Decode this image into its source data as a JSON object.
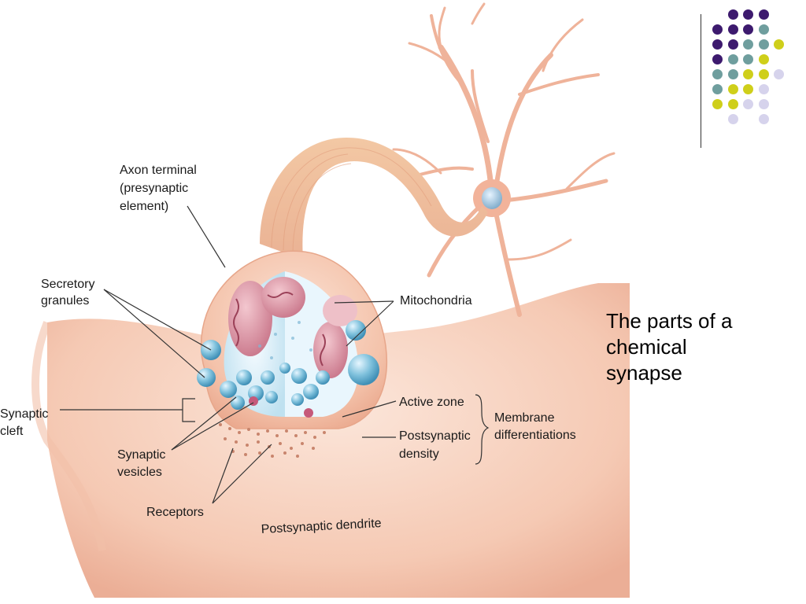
{
  "slide": {
    "caption_lines": [
      "The parts of a",
      "chemical",
      "synapse"
    ]
  },
  "diagram": {
    "labels": {
      "axon_terminal": [
        "Axon terminal",
        "(presynaptic",
        "element)"
      ],
      "secretory_granules": [
        "Secretory",
        "granules"
      ],
      "mitochondria": "Mitochondria",
      "synaptic_cleft": [
        "Synaptic",
        "cleft"
      ],
      "active_zone": "Active zone",
      "membrane_differentiations": [
        "Membrane",
        "differentiations"
      ],
      "postsynaptic_density": [
        "Postsynaptic",
        "density"
      ],
      "synaptic_vesicles": [
        "Synaptic",
        "vesicles"
      ],
      "receptors": "Receptors",
      "postsynaptic_dendrite": "Postsynaptic dendrite"
    }
  },
  "colors": {
    "tissue": "#f6cbb6",
    "tissue_dark": "#e9a58a",
    "vesicle": "#7fc1dc",
    "mito": "#d8889a",
    "dot_purple": "#3d1a6e",
    "dot_teal": "#6f9e9e",
    "dot_yellow": "#cfcf1a",
    "dot_lavender": "#d6d3ec"
  },
  "icons": {
    "decorative": "dot-grid"
  }
}
